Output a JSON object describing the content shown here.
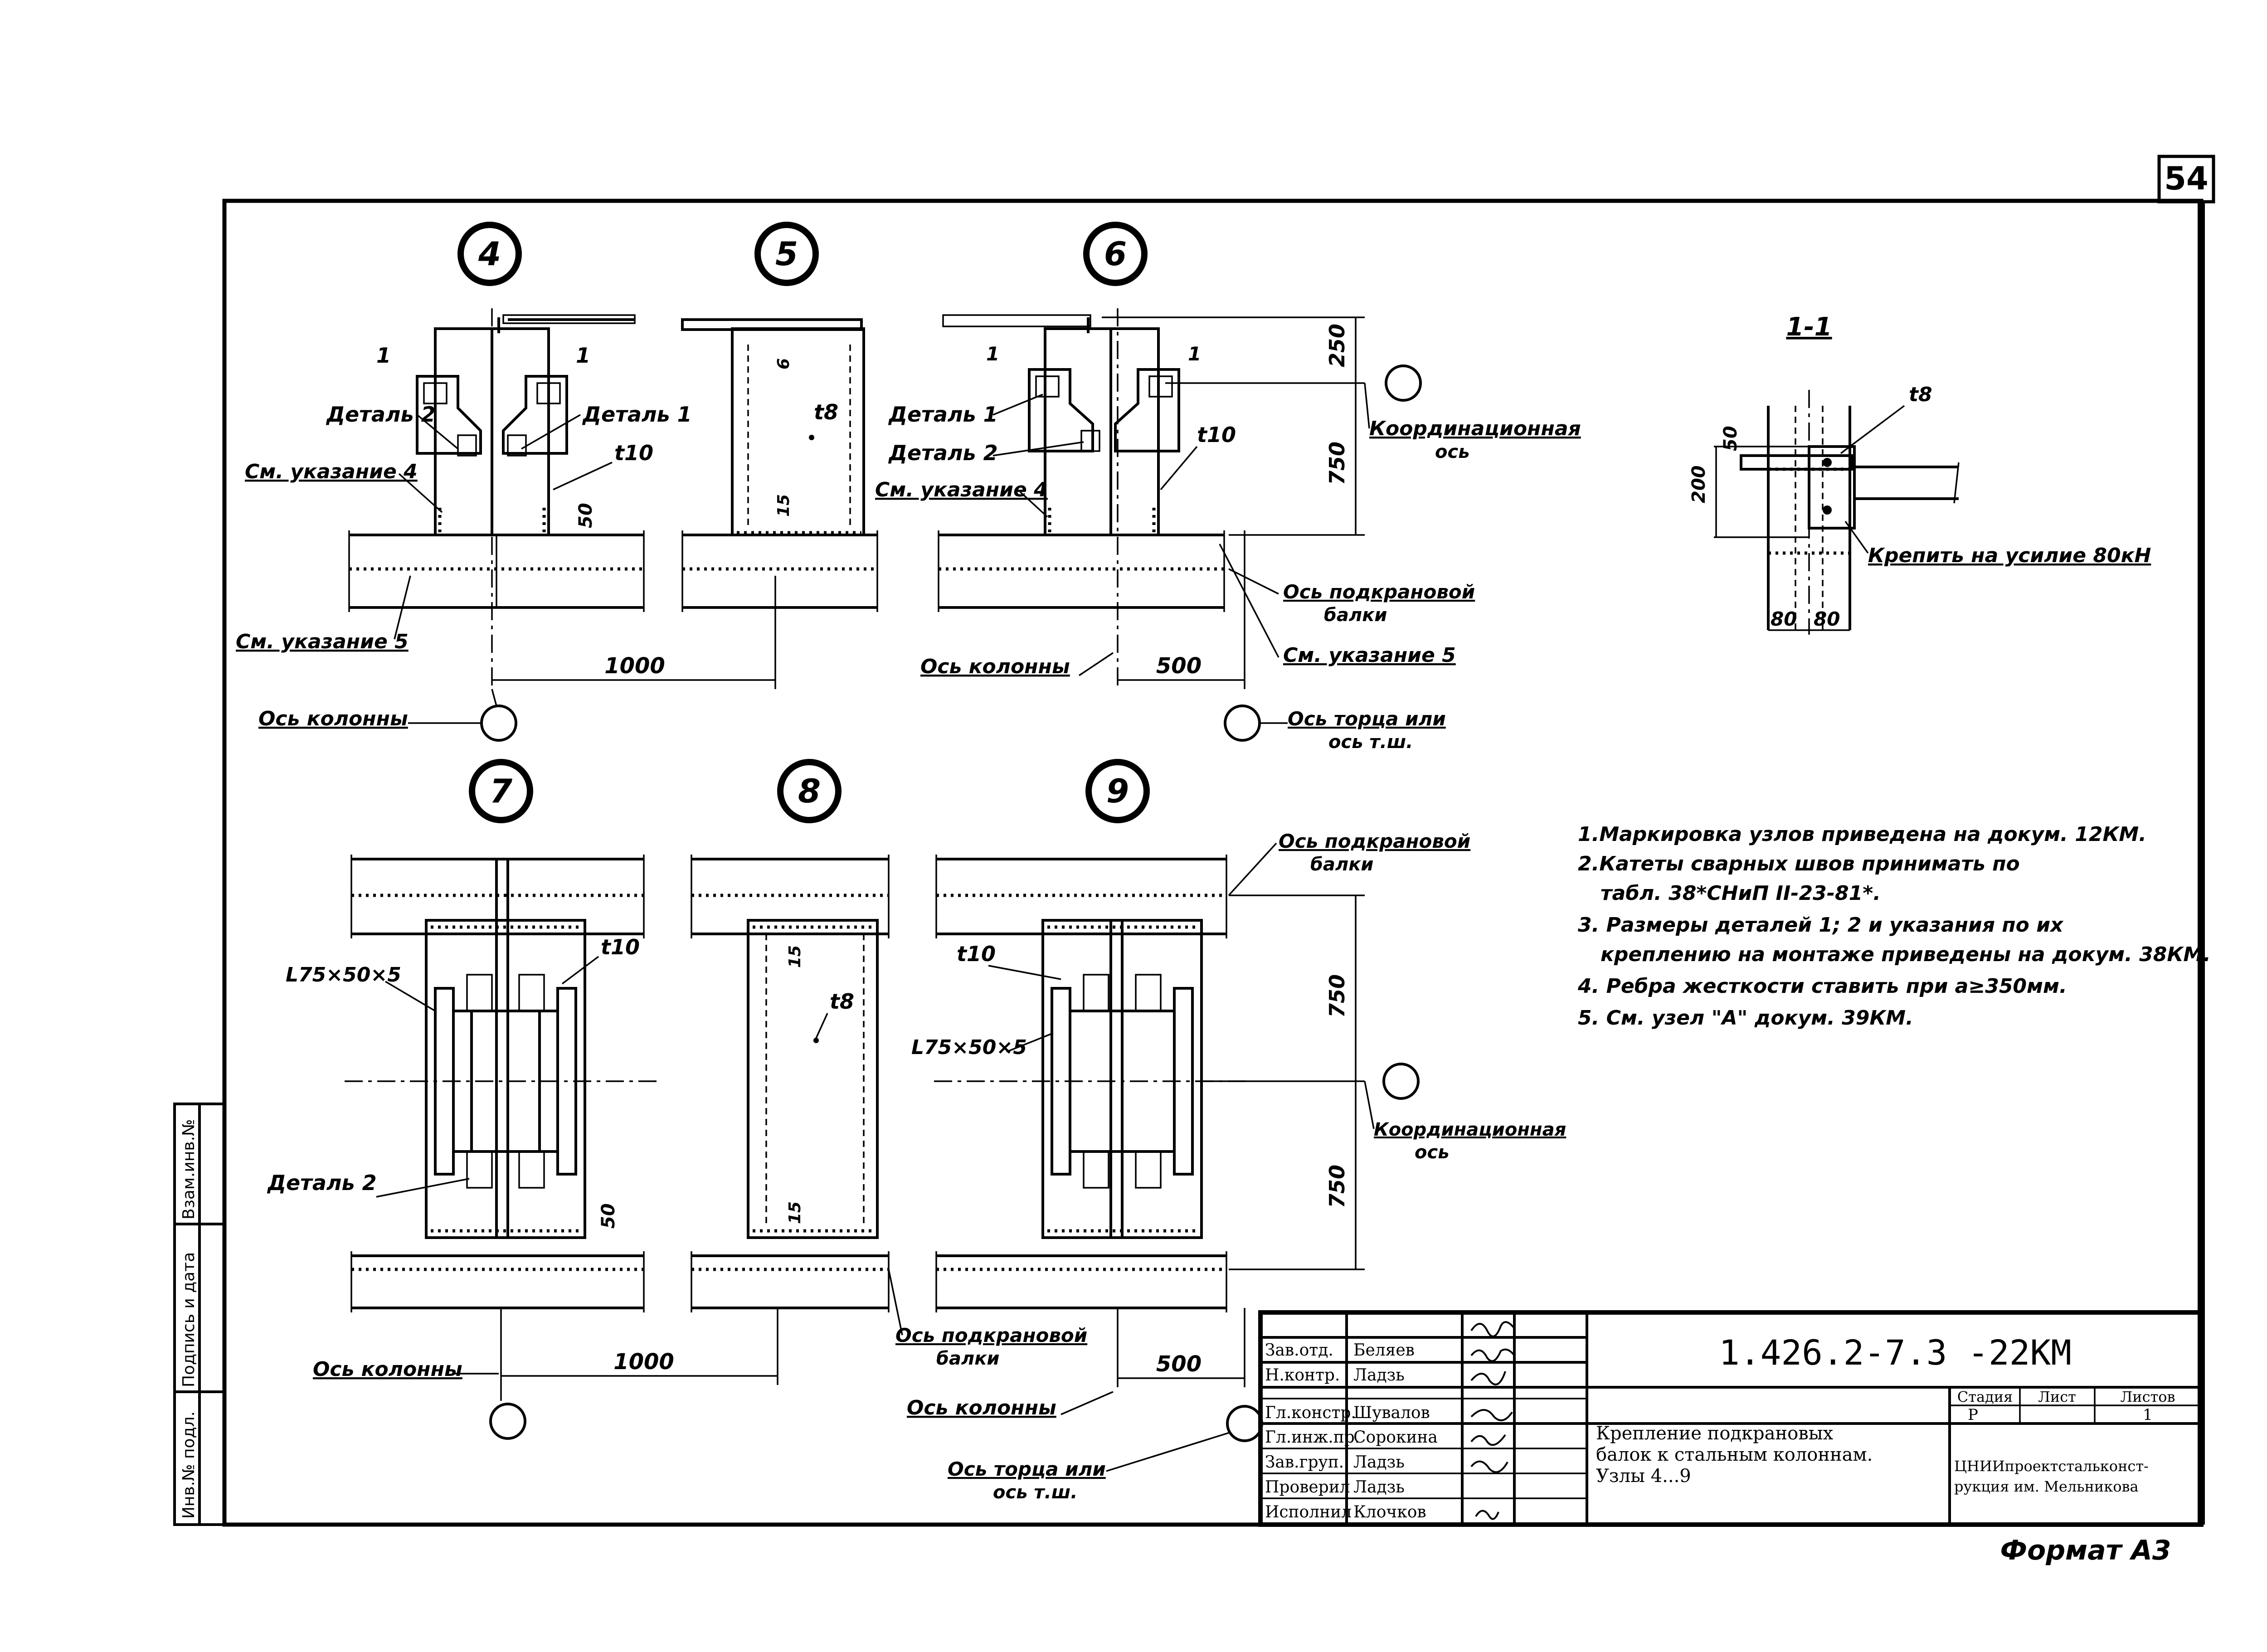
{
  "sheet_number": "54",
  "format_label": "Формат А3",
  "nodes": [
    "4",
    "5",
    "6",
    "7",
    "8",
    "9"
  ],
  "section_label": "1-1",
  "cut_marks": {
    "left": "1",
    "right": "1"
  },
  "labels": {
    "detail1": "Деталь 1",
    "detail2": "Деталь 2",
    "see4": "См. указание 4",
    "see5": "См. указание 5",
    "coord_axis_1": "Координационная",
    "coord_axis_2": "ось",
    "crane_beam_axis_1": "Ось подкрановой",
    "crane_beam_axis_2": "балки",
    "column_axis": "Ось колонны",
    "end_axis_1": "Ось торца или",
    "end_axis_2": "ось т.ш.",
    "t10": "t10",
    "t8": "t8",
    "angle": "L75×50×5",
    "fix_force": "Крепить на усилие 80кН"
  },
  "dimensions": {
    "d1000": "1000",
    "d500": "500",
    "d250": "250",
    "d750": "750",
    "d50": "50",
    "d15": "15",
    "d6": "6",
    "d200": "200",
    "d80": "80"
  },
  "notes": [
    "1.Маркировка узлов приведена на докум. 12КМ.",
    "2.Катеты сварных швов принимать по",
    "табл. 38*СНиП II-23-81*.",
    "3. Размеры деталей 1; 2 и указания по их",
    "креплению на монтаже приведены на докум. 38КМ.",
    "4. Ребра жесткости ставить при a≥350мм.",
    "5. См. узел \"А\" докум. 39КМ."
  ],
  "side_stamp": {
    "cols": [
      "Инв.№ подл.",
      "Подпись и дата",
      "Взам.инв.№"
    ]
  },
  "title_block": {
    "code": "1.426.2-7.3 -22КМ",
    "title_line1": "Крепление подкрановых",
    "title_line2": "балок к стальным колоннам.",
    "title_line3": "Узлы 4...9",
    "stage_header": "Стадия",
    "sheet_header": "Лист",
    "sheets_header": "Листов",
    "stage_value": "Р",
    "sheet_value": "",
    "sheets_value": "1",
    "org_line1": "ЦНИИпроектстальконст-",
    "org_line2": "рукция им. Мельникова",
    "roles": [
      {
        "role": "Зав.отд.",
        "name": "Беляев"
      },
      {
        "role": "Н.контр.",
        "name": "Ладзь"
      },
      {
        "role": "Гл.констр.",
        "name": "Шувалов"
      },
      {
        "role": "Гл.инж.пр.",
        "name": "Сорокина"
      },
      {
        "role": "Зав.груп.",
        "name": "Ладзь"
      },
      {
        "role": "Проверил",
        "name": "Ладзь"
      },
      {
        "role": "Исполнил",
        "name": "Клочков"
      }
    ]
  }
}
